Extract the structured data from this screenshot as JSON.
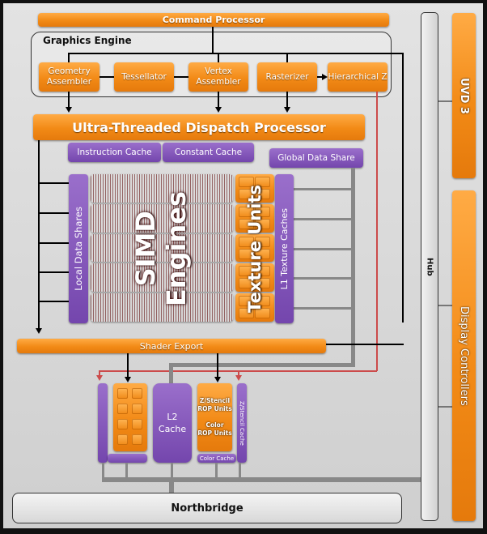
{
  "diagram": {
    "command_processor": "Command Processor",
    "graphics_engine": {
      "title": "Graphics Engine",
      "units": [
        {
          "label": "Geometry Assembler"
        },
        {
          "label": "Tessellator"
        },
        {
          "label": "Vertex Assembler"
        },
        {
          "label": "Rasterizer"
        },
        {
          "label": "Hierarchical Z"
        }
      ]
    },
    "dispatch_processor": "Ultra-Threaded Dispatch Processor",
    "instruction_cache": "Instruction Cache",
    "constant_cache": "Constant Cache",
    "global_data_share": "Global Data Share",
    "local_data_shares": "Local Data Shares",
    "simd_engines": "SIMD Engines",
    "simd_line1": "SIMD",
    "simd_line2": "Engines",
    "texture_units": "Texture Units",
    "l1_texture_caches": "L1 Texture Caches",
    "simd_rows": 5,
    "shader_export": "Shader Export",
    "l2_cache_line1": "L2",
    "l2_cache_line2": "Cache",
    "zstencil_rop_line1": "Z/Stencil",
    "zstencil_rop_line2": "ROP Units",
    "color_rop_line1": "Color",
    "color_rop_line2": "ROP Units",
    "color_cache": "Color Cache",
    "zstencil_cache": "Z/Stencil Cache",
    "northbridge": "Northbridge",
    "hub": "Hub",
    "uvd": "UVD 3",
    "display_controllers": "Display Controllers"
  },
  "colors": {
    "orange": "#f28a16",
    "purple": "#7e52b8",
    "red": "#c8262c",
    "gray_bus": "#888888",
    "red_line": "#cc4b4b"
  }
}
